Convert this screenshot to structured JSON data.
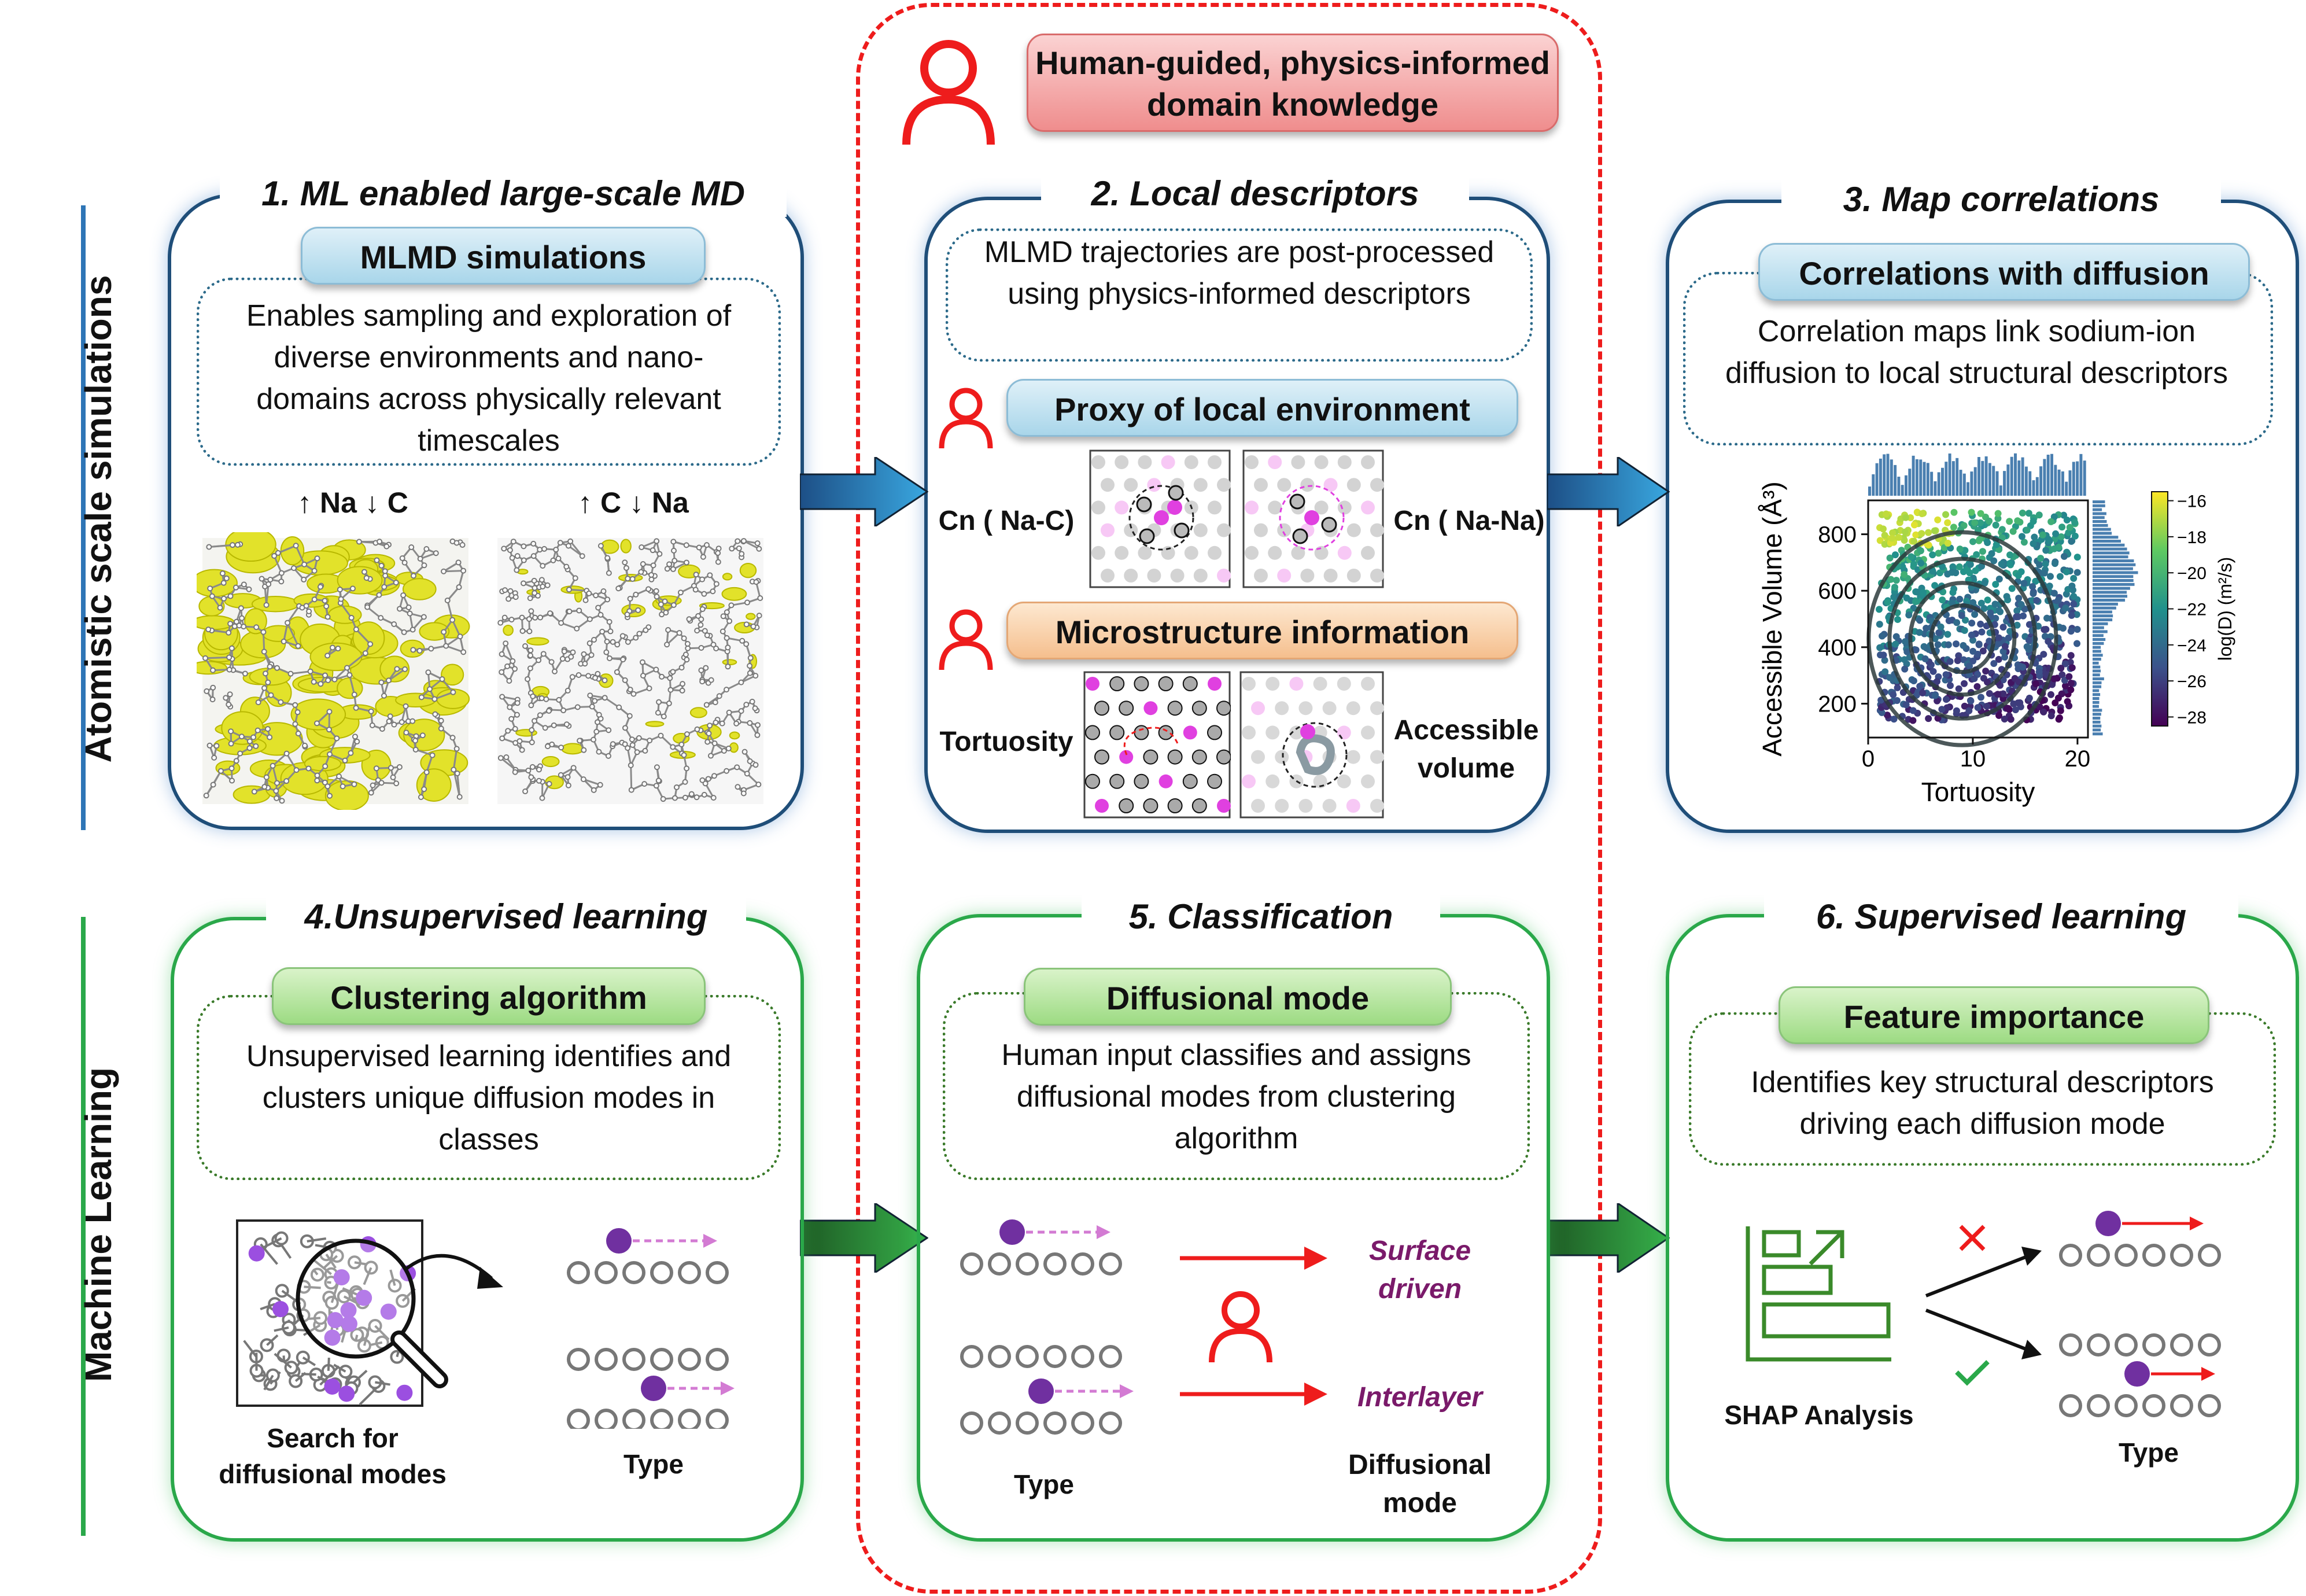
{
  "side_labels": {
    "top": "Atomistic scale simulations",
    "bottom": "Machine Learning"
  },
  "human_box": {
    "title": "Human-guided, physics-informed domain knowledge"
  },
  "panels": {
    "p1": {
      "title": "1. ML enabled large-scale MD",
      "pill": "MLMD simulations",
      "text": "Enables sampling and exploration of diverse environments and nano-domains across physically relevant timescales",
      "label_left": "↑ Na ↓ C",
      "label_right": "↑ C ↓ Na"
    },
    "p2": {
      "title": "2. Local descriptors",
      "text": "MLMD trajectories are post-processed using physics-informed descriptors",
      "pill_proxy": "Proxy of local environment",
      "cn_nac": "Cn ( Na-C)",
      "cn_nana": "Cn ( Na-Na)",
      "pill_micro": "Microstructure information",
      "tortuosity": "Tortuosity",
      "accessible": "Accessible volume"
    },
    "p3": {
      "title": "3. Map correlations",
      "pill": "Correlations with diffusion",
      "text": "Correlation maps link sodium-ion diffusion to local structural descriptors"
    },
    "p4": {
      "title": "4.Unsupervised learning",
      "pill": "Clustering algorithm",
      "text": "Unsupervised learning identifies and clusters unique diffusion modes in classes",
      "search_label": "Search for diffusional modes",
      "type_label": "Type"
    },
    "p5": {
      "title": "5. Classification",
      "pill": "Diffusional mode",
      "text": "Human input classifies and assigns diffusional modes from clustering algorithm",
      "mode_surface": "Surface driven",
      "mode_interlayer": "Interlayer",
      "type_label": "Type",
      "mode_label": "Diffusional mode"
    },
    "p6": {
      "title": "6. Supervised learning",
      "pill": "Feature importance",
      "text": "Identifies key structural descriptors driving each diffusion mode",
      "shap_label": "SHAP Analysis",
      "type_label": "Type"
    }
  },
  "chart_data": {
    "type": "scatter",
    "xlabel": "Tortuosity",
    "ylabel": "Accessible Volume (Å³)",
    "colorbar_label": "log(D) (m²/s)",
    "xlim": [
      0,
      21
    ],
    "ylim": [
      80,
      920
    ],
    "x_ticks": [
      0,
      10,
      20
    ],
    "y_ticks": [
      200,
      400,
      600,
      800
    ],
    "colorbar_ticks": [
      -16,
      -18,
      -20,
      -22,
      -24,
      -26,
      -28
    ],
    "colorbar_range": [
      -28.5,
      -15.5
    ],
    "grid": false,
    "marginal_histograms": true,
    "density_contours": true,
    "points_summary": {
      "x_range": [
        1,
        20
      ],
      "y_range": [
        140,
        880
      ],
      "high_logD_region": {
        "x": [
          1,
          8
        ],
        "y": [
          760,
          880
        ],
        "logD": -16
      },
      "low_logD_region": {
        "x": [
          1,
          20
        ],
        "y": [
          140,
          300
        ],
        "logD": -26
      }
    }
  },
  "colors": {
    "blue_border": "#1f4e79",
    "green_border": "#2aa84a",
    "human_red": "#ee1c1c",
    "purple_atom": "#7030a0",
    "magenta_atom": "#e040e0",
    "mode_text": "#7a1a6a"
  },
  "icons": [
    "person-icon",
    "magnifier-icon",
    "shap-chart-icon",
    "check-icon",
    "cross-icon",
    "arrow-right-icon"
  ]
}
